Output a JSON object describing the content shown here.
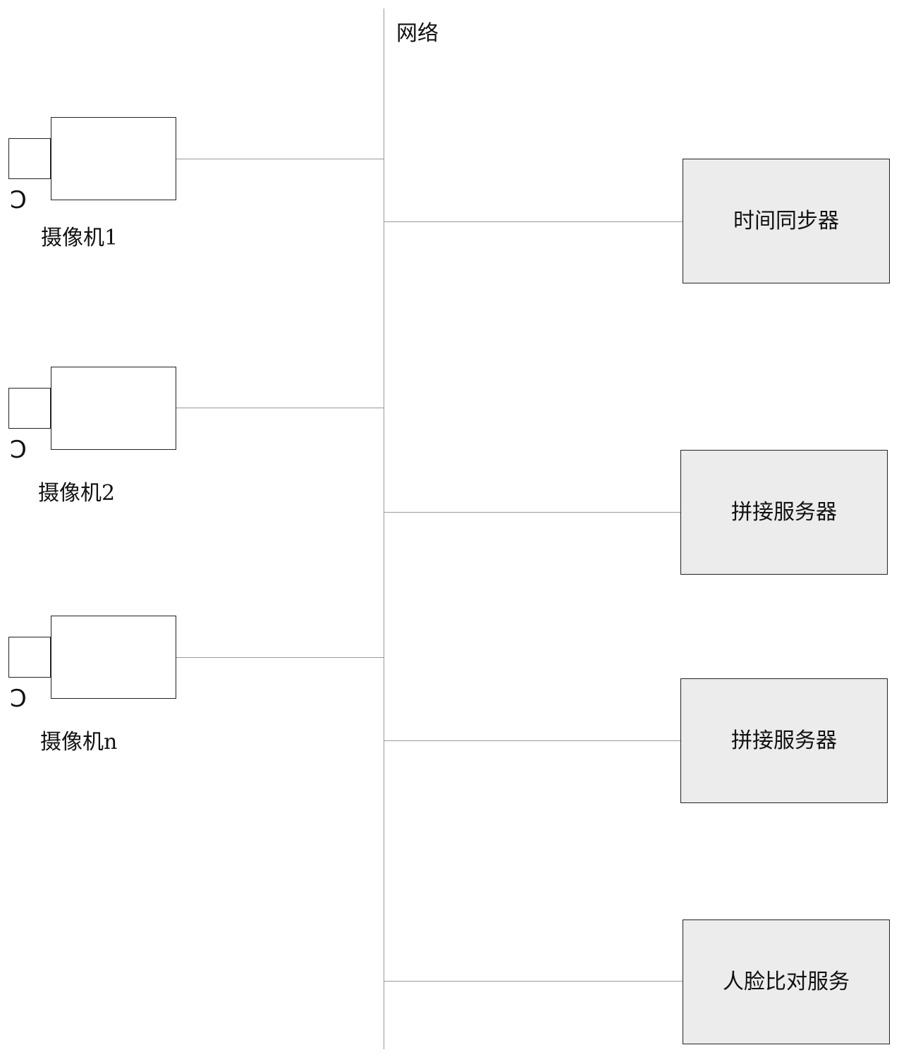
{
  "network": {
    "label": "网络"
  },
  "cameras": [
    {
      "label": "摄像机1",
      "mark": "Ↄ"
    },
    {
      "label": "摄像机2",
      "mark": "Ↄ"
    },
    {
      "label": "摄像机n",
      "mark": "Ↄ"
    }
  ],
  "servers": [
    {
      "label": "时间同步器"
    },
    {
      "label": "拼接服务器"
    },
    {
      "label": "拼接服务器"
    },
    {
      "label": "人脸比对服务"
    }
  ]
}
